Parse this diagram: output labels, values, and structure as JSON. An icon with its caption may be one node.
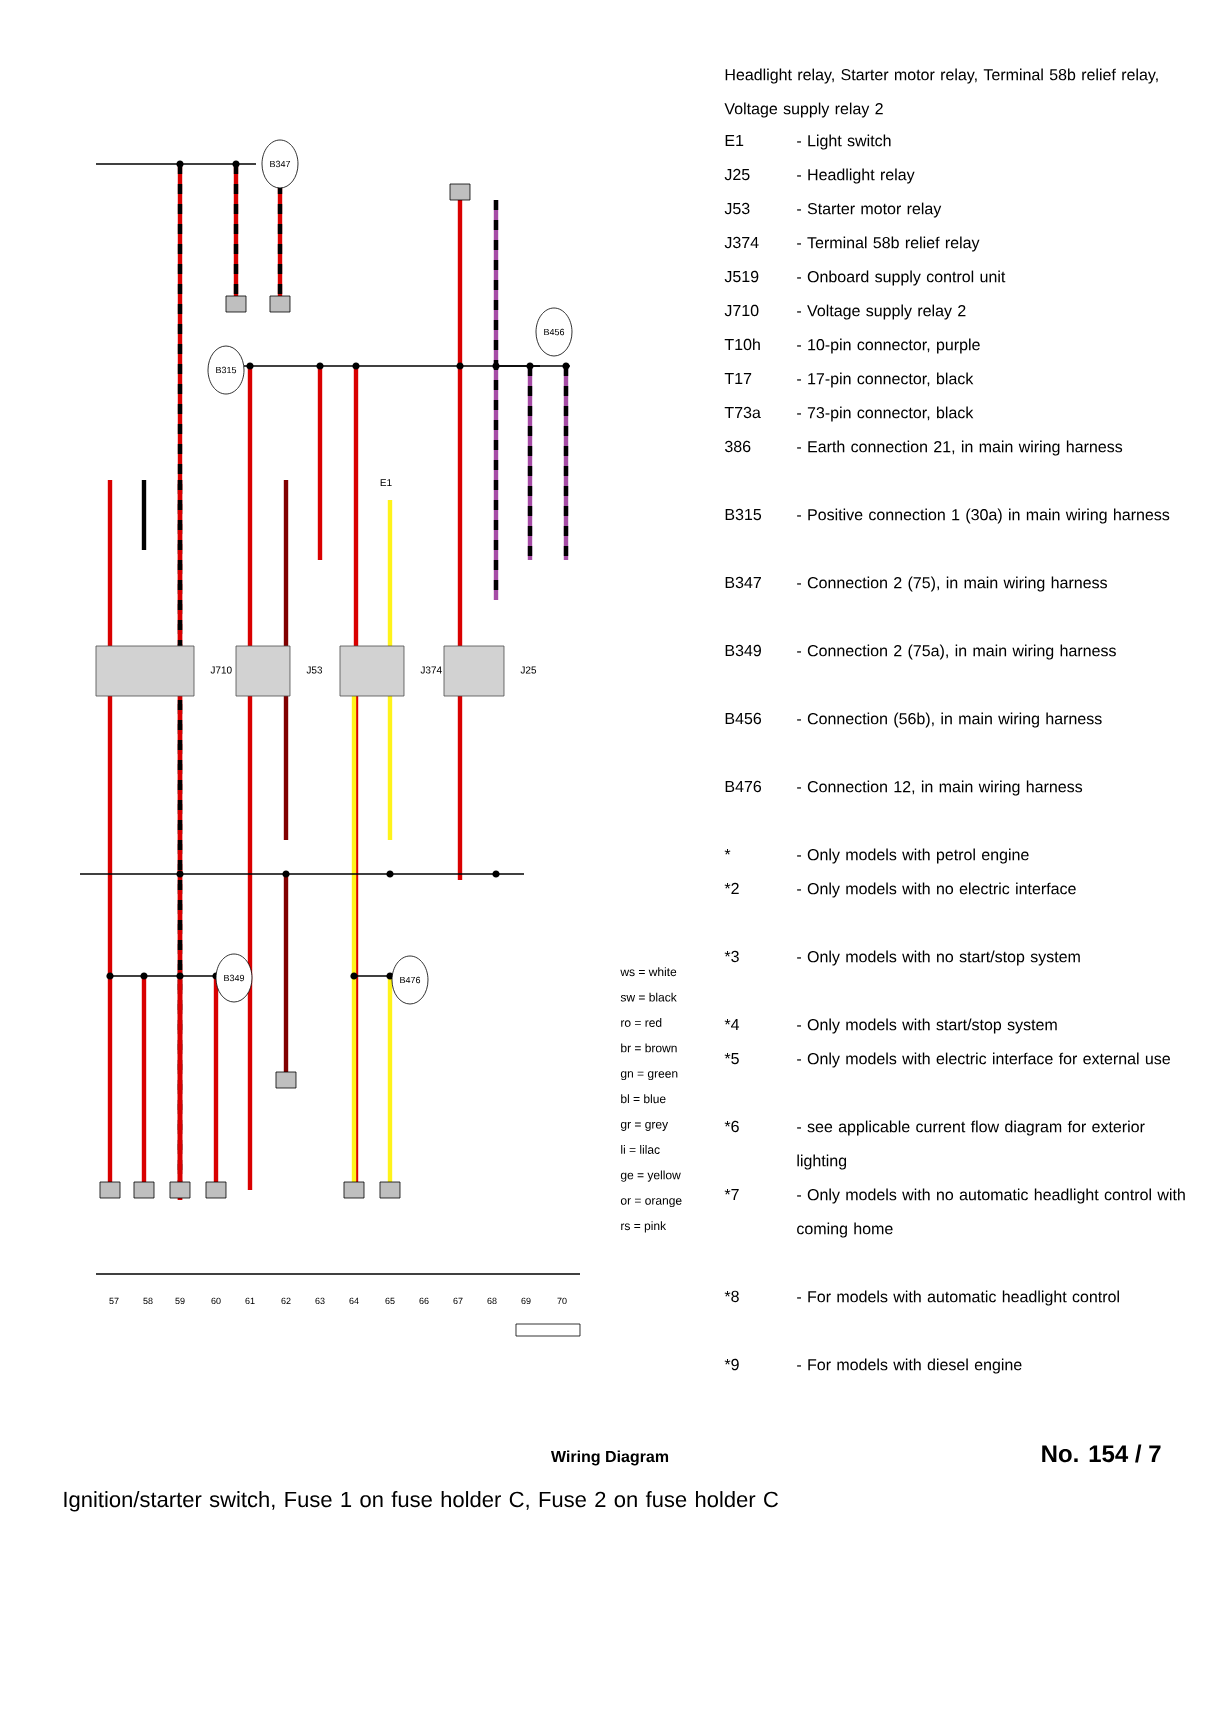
{
  "diagram": {
    "title": "Headlight relay, Starter motor relay, Terminal 58b relief relay, Voltage supply relay 2",
    "caption": "Ignition/starter switch, Fuse 1 on fuse holder C, Fuse 2 on fuse holder C",
    "nodes": [
      {
        "text": [
          "B347"
        ]
      },
      {
        "text": [
          "B315"
        ]
      },
      {
        "text": [
          "B456"
        ]
      },
      {
        "text": [
          "J710"
        ]
      },
      {
        "text": [
          "J53"
        ]
      },
      {
        "text": [
          "J374"
        ]
      },
      {
        "text": [
          "J25"
        ]
      },
      {
        "text": [
          "B349"
        ]
      },
      {
        "text": [
          "B476"
        ]
      }
    ],
    "labels": [
      "E1",
      "- Light switch",
      "J25",
      "- Headlight relay",
      "J53",
      "- Starter motor relay",
      "J374",
      "- Terminal 58b relief relay",
      "J519",
      "- Onboard supply control unit",
      "J710",
      "- Voltage supply relay 2",
      "T10h",
      "- 10-pin connector, purple",
      "T17",
      "- 17-pin connector, black",
      "T73a",
      "- 73-pin connector, black",
      "386",
      "- Earth connection 21, in main wiring harness",
      "B315",
      "- Positive connection 1 (30a) in main wiring harness",
      "B347",
      "- Connection 2 (75), in main wiring harness",
      "B349",
      "- Connection 2 (75a), in main wiring harness",
      "B456",
      "- Connection (56b), in main wiring harness",
      "B476",
      "- Connection 12, in main wiring harness",
      "*",
      "- Only models with petrol engine",
      "*2",
      "- Only models with no electric interface",
      "*3",
      "- Only models with no start/stop system",
      "*4",
      "- Only models with start/stop system",
      "*5",
      "- Only models with electric interface for external use",
      "*6",
      "- see applicable current flow diagram for exterior lighting",
      "*7",
      "- Only models with no automatic headlight control with coming home",
      "*8",
      "- For models with automatic headlight control",
      "*9",
      "- For models with diesel engine",
      "ws = white",
      "sw = black",
      "ro = red",
      "br = brown",
      "gn = green",
      "bl = blue",
      "gr = grey",
      "li = lilac",
      "ge = yellow",
      "or = orange",
      "rs = pink",
      "E1",
      "57",
      "58",
      "59",
      "60",
      "61",
      "62",
      "63",
      "64",
      "65",
      "66",
      "67",
      "68",
      "69",
      "70",
      "Wiring Diagram",
      "No.  154 / 7"
    ]
  }
}
